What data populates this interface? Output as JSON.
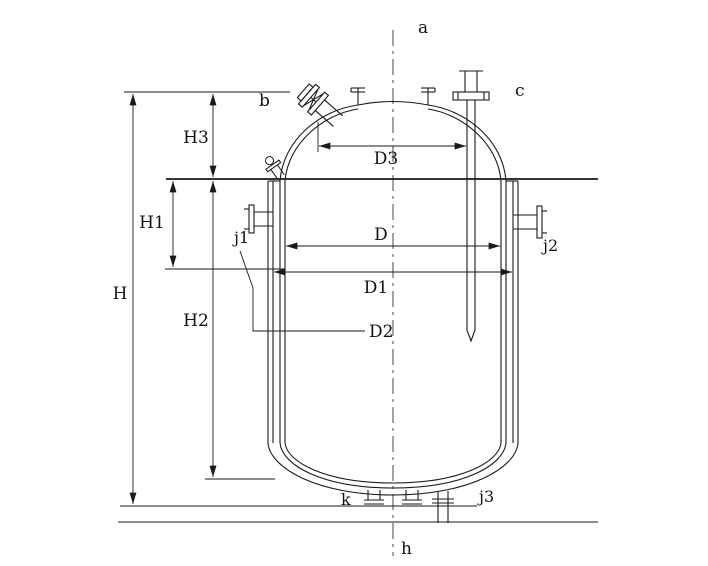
{
  "colors": {
    "ink": "#1a1a1a",
    "background": "#ffffff"
  },
  "labels": {
    "a": "a",
    "b": "b",
    "c": "c",
    "h": "h",
    "j1": "j1",
    "j2": "j2",
    "j3": "j3",
    "k": "k"
  },
  "dimensions": {
    "H": "H",
    "H1": "H1",
    "H2": "H2",
    "H3": "H3",
    "D": "D",
    "D1": "D1",
    "D2": "D2",
    "D3": "D3"
  }
}
